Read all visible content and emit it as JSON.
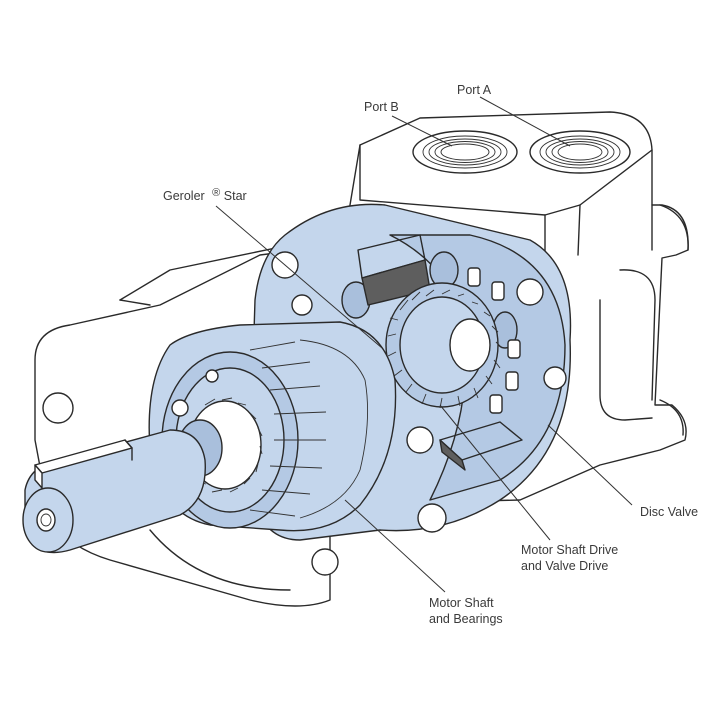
{
  "labels": {
    "port_b": "Port B",
    "port_a": "Port A",
    "geroler_star": "Geroler",
    "geroler_star_mark": "®",
    "geroler_star_suffix": "Star",
    "disc_valve": "Disc Valve",
    "motor_shaft_drive_line1": "Motor Shaft Drive",
    "motor_shaft_drive_line2": "and  Valve Drive",
    "motor_shaft_bearings_line1": "Motor Shaft",
    "motor_shaft_bearings_line2": "and Bearings"
  },
  "colors": {
    "cutaway_fill": "#c4d6ec",
    "outline": "#2a2a2a",
    "key_block": "#5e5e5e"
  }
}
